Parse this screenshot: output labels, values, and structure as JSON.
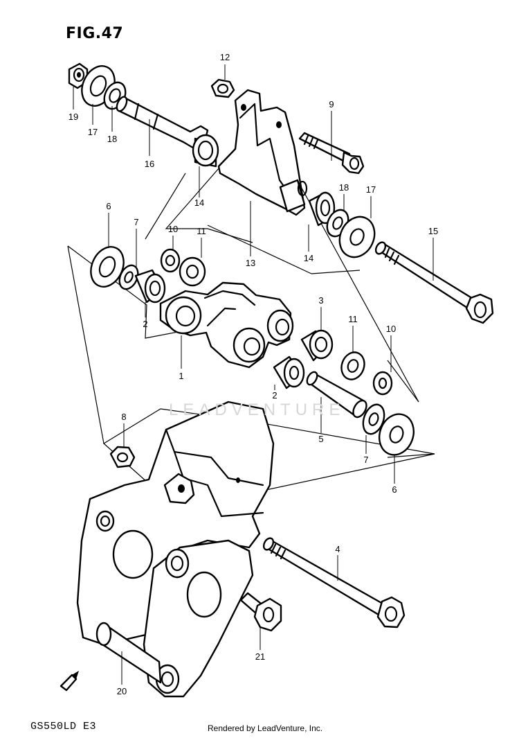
{
  "figure": {
    "title": "FIG.47"
  },
  "footer": {
    "model_code": "GS550LD E3",
    "credit": "Rendered by LeadVenture, Inc."
  },
  "watermark": {
    "text": "LEADVENTURE"
  },
  "callouts": [
    {
      "id": "c19",
      "label": "19"
    },
    {
      "id": "c17a",
      "label": "17"
    },
    {
      "id": "c18a",
      "label": "18"
    },
    {
      "id": "c16",
      "label": "16"
    },
    {
      "id": "c12",
      "label": "12"
    },
    {
      "id": "c9",
      "label": "9"
    },
    {
      "id": "c14a",
      "label": "14"
    },
    {
      "id": "c13",
      "label": "13"
    },
    {
      "id": "c14b",
      "label": "14"
    },
    {
      "id": "c18b",
      "label": "18"
    },
    {
      "id": "c17b",
      "label": "17"
    },
    {
      "id": "c15",
      "label": "15"
    },
    {
      "id": "c6a",
      "label": "6"
    },
    {
      "id": "c7a",
      "label": "7"
    },
    {
      "id": "c10a",
      "label": "10"
    },
    {
      "id": "c11a",
      "label": "11"
    },
    {
      "id": "c2a",
      "label": "2"
    },
    {
      "id": "c3",
      "label": "3"
    },
    {
      "id": "c11b",
      "label": "11"
    },
    {
      "id": "c10b",
      "label": "10"
    },
    {
      "id": "c1",
      "label": "1"
    },
    {
      "id": "c2b",
      "label": "2"
    },
    {
      "id": "c5",
      "label": "5"
    },
    {
      "id": "c7b",
      "label": "7"
    },
    {
      "id": "c6b",
      "label": "6"
    },
    {
      "id": "c8",
      "label": "8"
    },
    {
      "id": "c4",
      "label": "4"
    },
    {
      "id": "c21",
      "label": "21"
    },
    {
      "id": "c20",
      "label": "20"
    }
  ]
}
